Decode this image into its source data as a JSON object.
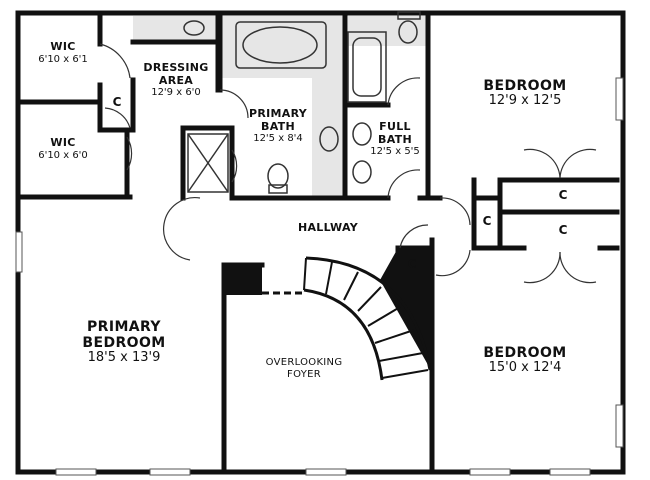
{
  "rooms": {
    "wic_top": {
      "name": "WIC",
      "dim": "6'10 x 6'1"
    },
    "wic_bottom": {
      "name": "WIC",
      "dim": "6'10 x 6'0"
    },
    "dressing": {
      "name_1": "DRESSING",
      "name_2": "AREA",
      "dim": "12'9 x 6'0"
    },
    "primary_bath": {
      "name_1": "PRIMARY",
      "name_2": "BATH",
      "dim": "12'5 x 8'4"
    },
    "full_bath": {
      "name_1": "FULL",
      "name_2": "BATH",
      "dim": "12'5 x 5'5"
    },
    "bedroom_top": {
      "name": "BEDROOM",
      "dim": "12'9 x 12'5"
    },
    "hallway": {
      "name": "HALLWAY"
    },
    "primary_bedroom": {
      "name_1": "PRIMARY",
      "name_2": "BEDROOM",
      "dim": "18'5 x 13'9"
    },
    "overlooking_foyer": {
      "name_1": "OVERLOOKING",
      "name_2": "FOYER"
    },
    "bedroom_bottom": {
      "name": "BEDROOM",
      "dim": "15'0 x 12'4"
    }
  },
  "closet_label": "C"
}
